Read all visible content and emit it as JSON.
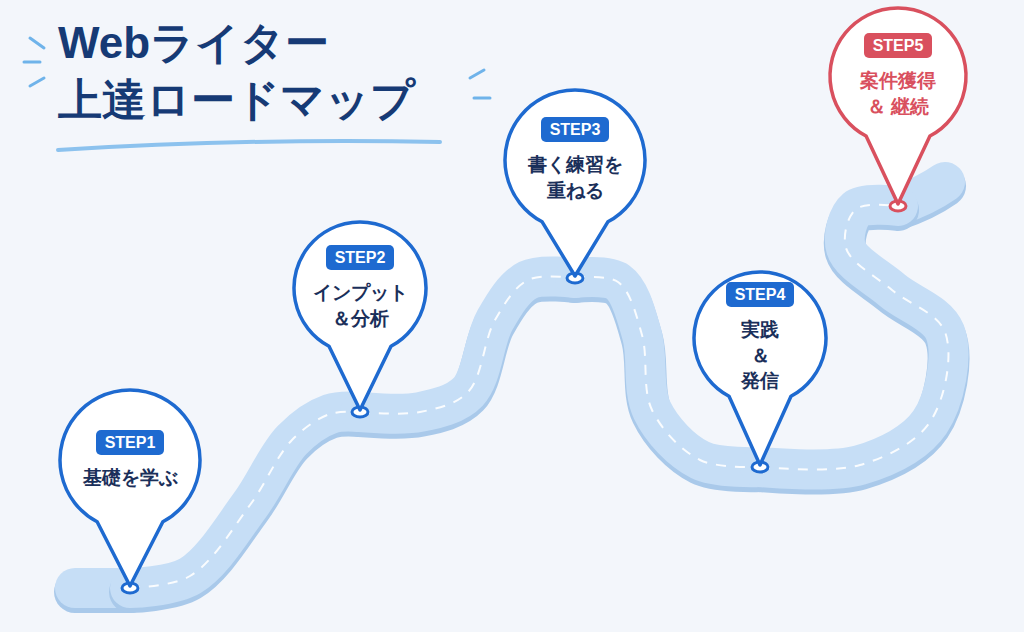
{
  "diagram": {
    "title": "Webライター 上達ロードマップ",
    "nodes": [
      {
        "text": [
          "STEP1",
          "基礎を学ぶ"
        ]
      },
      {
        "text": [
          "STEP2",
          "インプット ＆分析"
        ]
      },
      {
        "text": [
          "STEP3",
          "書く練習を 重ねる"
        ]
      },
      {
        "text": [
          "STEP4",
          "実践＆ 発信"
        ]
      },
      {
        "text": [
          "STEP5",
          "案件獲得＆ 継続"
        ]
      }
    ],
    "edges": [
      {
        "from": 0,
        "to": 1,
        "arrow": "none"
      },
      {
        "from": 1,
        "to": 2,
        "arrow": "none"
      },
      {
        "from": 2,
        "to": 3,
        "arrow": "none"
      },
      {
        "from": 3,
        "to": 4,
        "arrow": "none"
      }
    ]
  }
}
